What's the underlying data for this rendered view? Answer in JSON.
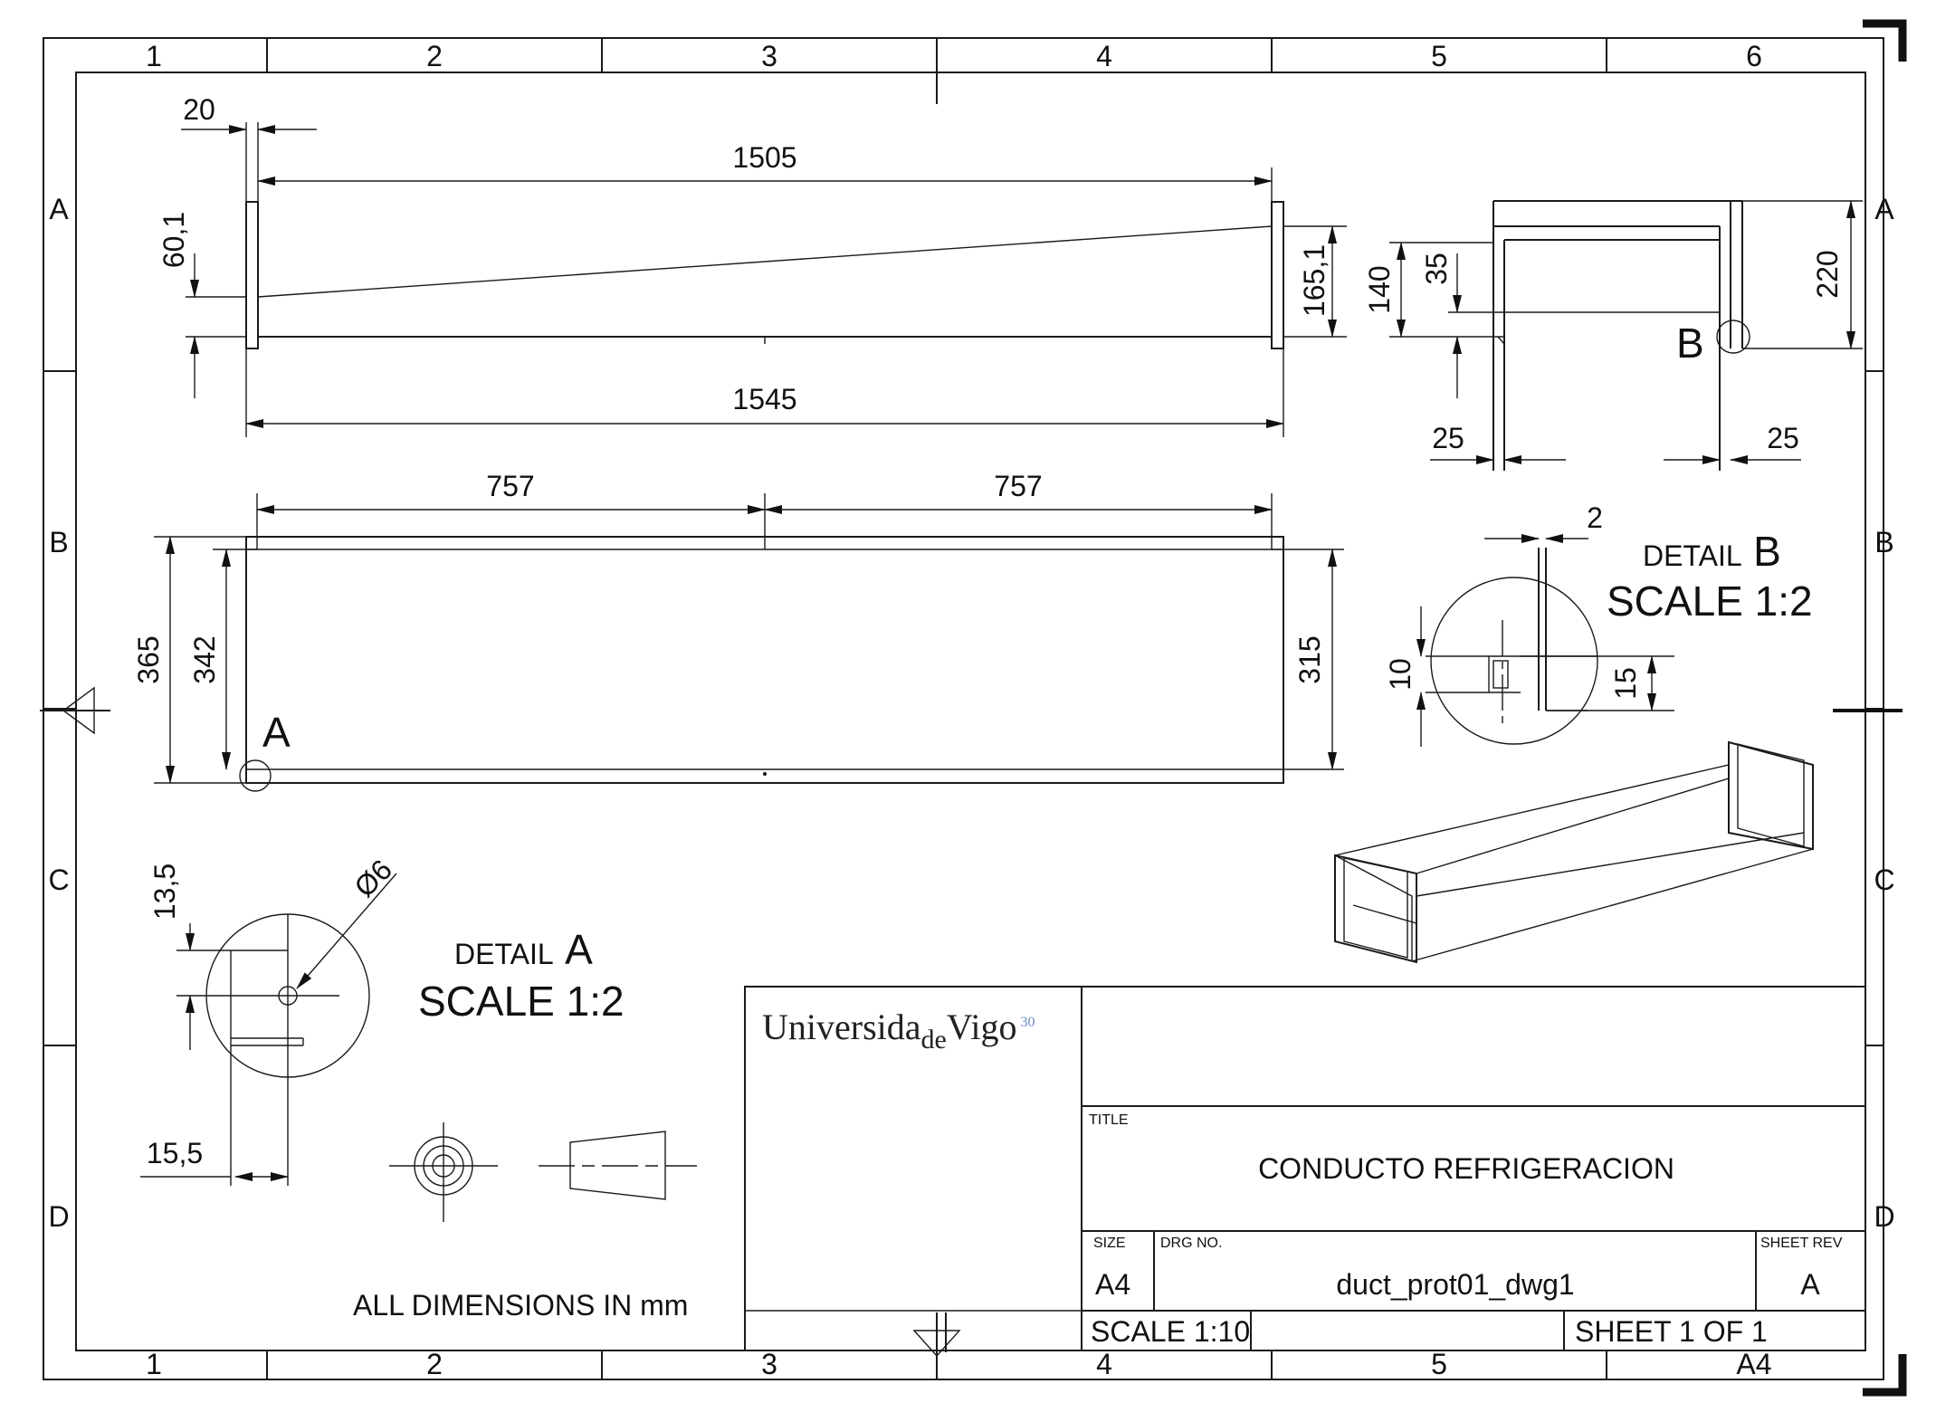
{
  "zones": {
    "columns_top": [
      "1",
      "2",
      "3",
      "4",
      "5",
      "6"
    ],
    "columns_bottom": [
      "1",
      "2",
      "3",
      "4",
      "5",
      "A4"
    ],
    "rows": [
      "A",
      "B",
      "C",
      "D"
    ]
  },
  "dimensions": {
    "flange_width": "20",
    "inner_length": "1505",
    "start_height": "60,1",
    "end_height": "165,1",
    "total_length": "1545",
    "half_left": "757",
    "half_right": "757",
    "width_outer": "365",
    "width_inner": "342",
    "width_end": "315",
    "side_height": "140",
    "side_offset": "35",
    "end_height_side": "220",
    "left_wall": "25",
    "right_wall": "25",
    "detail_b_thk": "2",
    "detail_b_left": "10",
    "detail_b_right": "15",
    "detail_a_top": "13,5",
    "hole_dia": "Ø6",
    "detail_a_bottom": "15,5"
  },
  "labels": {
    "detail_a_marker": "A",
    "detail_b_marker": "B",
    "detail_a_word": "DETAIL",
    "detail_a_letter": "A",
    "detail_a_scale": "SCALE 1:2",
    "detail_b_word": "DETAIL",
    "detail_b_letter": "B",
    "detail_b_scale": "SCALE 1:2",
    "units_note": "ALL DIMENSIONS IN mm"
  },
  "title_block": {
    "logo_a": "Universida",
    "logo_b": "de",
    "logo_c": "Vigo",
    "logo_mark": "30",
    "title_caption": "TITLE",
    "title": "CONDUCTO REFRIGERACION",
    "size_caption": "SIZE",
    "size": "A4",
    "drg_caption": "DRG NO.",
    "drg_no": "duct_prot01_dwg1",
    "rev_caption": "SHEET REV",
    "rev": "A",
    "scale": "SCALE 1:10",
    "sheet": "SHEET 1 OF 1"
  }
}
